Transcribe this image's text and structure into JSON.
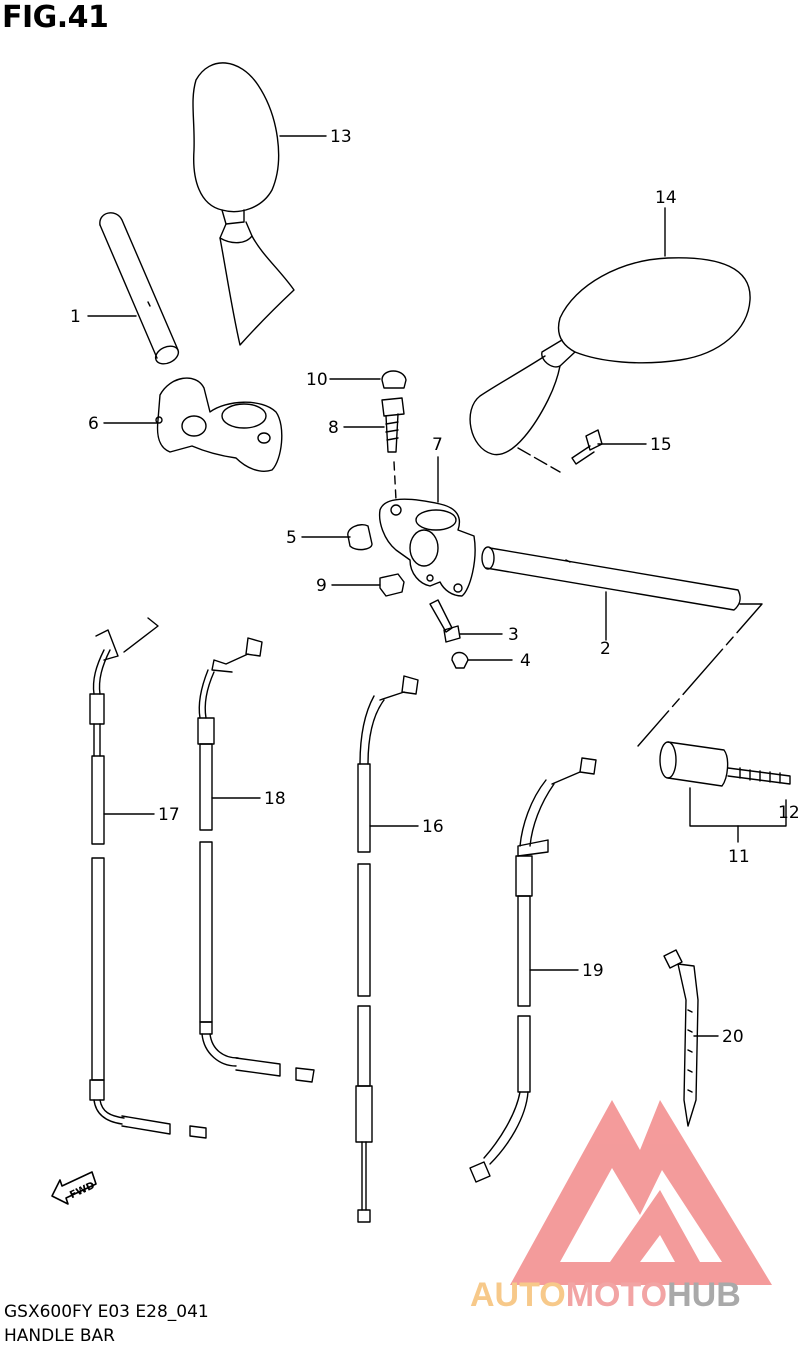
{
  "figure": {
    "title": "FIG.41",
    "code": "GSX600FY E03 E28_041",
    "name": "HANDLE BAR",
    "fwd_label": "FWD"
  },
  "watermark": {
    "word_auto": "AUTO",
    "word_moto": "MOTO",
    "word_hub": "HUB",
    "color_auto": "#f7c98a",
    "color_moto": "#f2a4a4",
    "color_hub": "#a9a9a9",
    "logo_color": "#f28a8a"
  },
  "callouts": [
    "1",
    "2",
    "3",
    "4",
    "5",
    "6",
    "7",
    "8",
    "9",
    "10",
    "11",
    "12",
    "13",
    "14",
    "15",
    "16",
    "17",
    "18",
    "19",
    "20"
  ]
}
